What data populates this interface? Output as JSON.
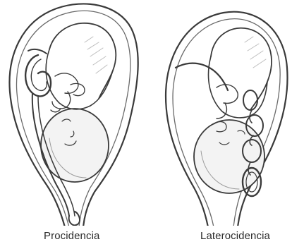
{
  "illustrations": [
    {
      "id": "procidencia",
      "caption": "Procidencia",
      "icon": "uterus-fetus-prolapsed-cord-icon"
    },
    {
      "id": "laterocidencia",
      "caption": "Laterocidencia",
      "icon": "uterus-fetus-lateral-cord-icon"
    }
  ],
  "colors": {
    "stroke": "#3a3a3a",
    "shade": "#bdbdbd",
    "fill": "#f3f3f3",
    "background": "#ffffff"
  }
}
